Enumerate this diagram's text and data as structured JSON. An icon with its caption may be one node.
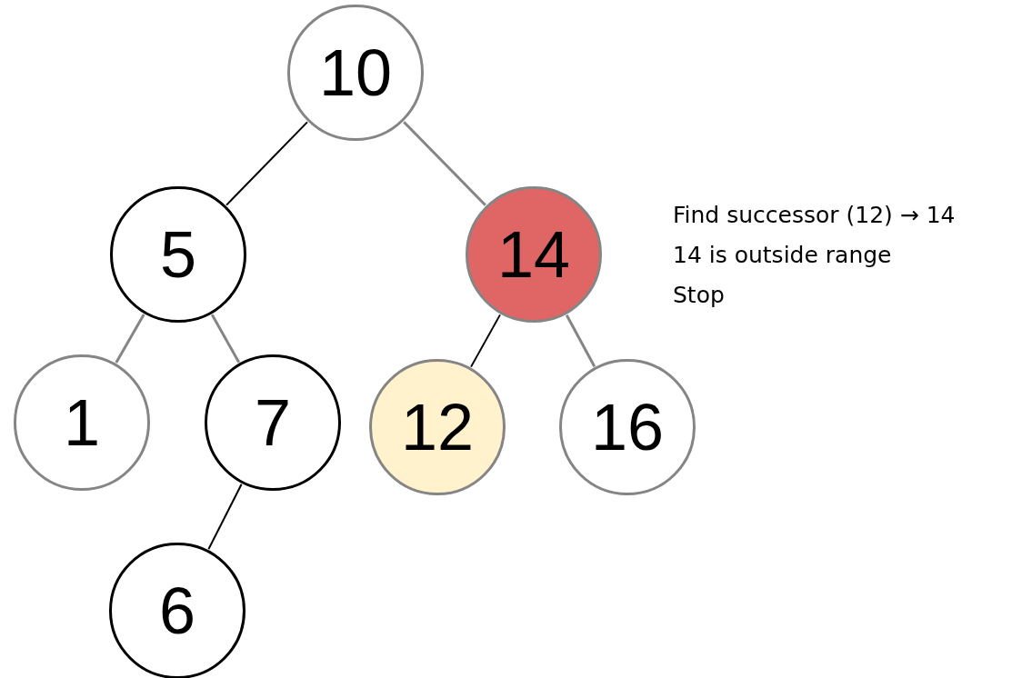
{
  "diagram": {
    "nodes": [
      {
        "text": [
          "10"
        ]
      },
      {
        "text": [
          "5"
        ]
      },
      {
        "text": [
          "14"
        ]
      },
      {
        "text": [
          "1"
        ]
      },
      {
        "text": [
          "7"
        ]
      },
      {
        "text": [
          "12"
        ]
      },
      {
        "text": [
          "16"
        ]
      },
      {
        "text": [
          "6"
        ]
      }
    ],
    "edges": [
      {
        "from": 0,
        "to": 1,
        "arrow": "none",
        "color": "#000000"
      },
      {
        "from": 0,
        "to": 2,
        "arrow": "none"
      },
      {
        "from": 1,
        "to": 3,
        "arrow": "none"
      },
      {
        "from": 1,
        "to": 4,
        "arrow": "none"
      },
      {
        "from": 2,
        "to": 5,
        "arrow": "none",
        "color": "#000000"
      },
      {
        "from": 2,
        "to": 6,
        "arrow": "none"
      },
      {
        "from": 4,
        "to": 7,
        "arrow": "none",
        "color": "#000000"
      }
    ],
    "labels": [
      "Find successor (12) → 14",
      "14 is outside range",
      "Stop"
    ]
  }
}
